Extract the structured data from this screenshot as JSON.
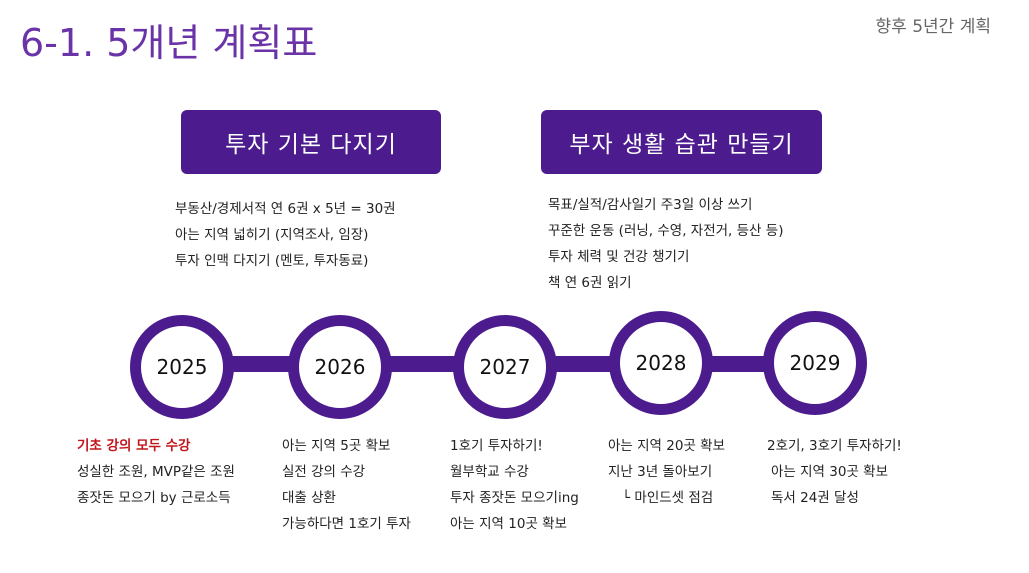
{
  "title": "6-1. 5개년 계획표",
  "subtitle": "향후 5년간 계획",
  "goals": [
    {
      "label": "투자 기본 다지기",
      "items": [
        "부동산/경제서적 연 6권 x 5년 = 30권",
        "아는 지역 넓히기 (지역조사, 임장)",
        "투자 인맥 다지기 (멘토, 투자동료)"
      ]
    },
    {
      "label": "부자 생활 습관 만들기",
      "items": [
        "목표/실적/감사일기 주3일 이상 쓰기",
        "꾸준한 운동 (러닝, 수영, 자전거, 등산 등)",
        "투자 체력 및 건강 챙기기",
        "책 연 6권 읽기"
      ]
    }
  ],
  "years": [
    {
      "year": "2025",
      "items": [
        "기초 강의 모두 수강",
        "성실한 조원, MVP같은 조원",
        "종잣돈 모으기 by 근로소득"
      ]
    },
    {
      "year": "2026",
      "items": [
        "아는 지역 5곳 확보",
        "실전 강의 수강",
        "대출 상환",
        "가능하다면 1호기 투자"
      ]
    },
    {
      "year": "2027",
      "items": [
        "1호기 투자하기!",
        "월부학교 수강",
        "투자 종잣돈 모으기ing",
        "아는 지역 10곳 확보"
      ]
    },
    {
      "year": "2028",
      "items": [
        "아는 지역 20곳 확보",
        "지난 3년 돌아보기",
        "└ 마인드셋 점검"
      ]
    },
    {
      "year": "2029",
      "items": [
        "2호기, 3호기 투자하기!",
        "아는 지역 30곳 확보",
        "독서 24권 달성"
      ]
    }
  ],
  "colors": {
    "accent": "#4c1c8f",
    "title": "#6a34a8",
    "highlight": "#c0161c"
  }
}
